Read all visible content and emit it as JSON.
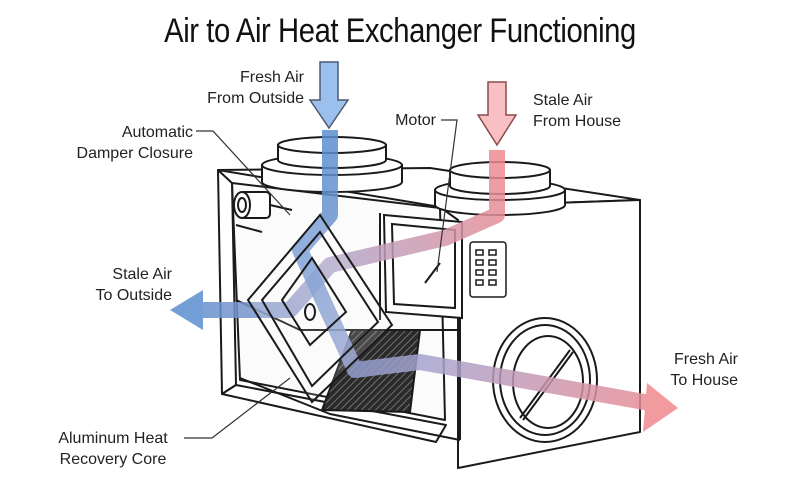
{
  "title": "Air to Air Heat Exchanger Functioning",
  "labels": {
    "fresh_air_outside": [
      "Fresh Air",
      "From Outside"
    ],
    "stale_air_house": [
      "Stale Air",
      "From House"
    ],
    "motor": "Motor",
    "damper": [
      "Automatic",
      "Damper Closure"
    ],
    "stale_air_outside": [
      "Stale Air",
      "To Outside"
    ],
    "fresh_air_house": [
      "Fresh Air",
      "To House"
    ],
    "core": [
      "Aluminum Heat",
      "Recovery Core"
    ]
  },
  "colors": {
    "fresh_air": "#5b8fd0",
    "stale_air": "#ef8a8f",
    "outline": "#1a1a1a"
  }
}
